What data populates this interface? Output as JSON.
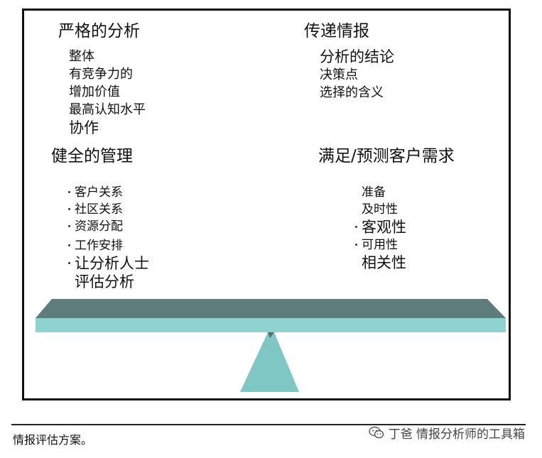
{
  "quadrants": {
    "top_left": {
      "title": "严格的分析",
      "items": [
        "整体",
        "有竞争力的",
        "增加价值",
        "最高认知水平",
        "协作"
      ]
    },
    "top_right": {
      "title": "传递情报",
      "items": [
        "分析的结论",
        "决策点",
        "选择的含义"
      ]
    },
    "bottom_left": {
      "title": "健全的管理",
      "items": [
        "客户关系",
        "社区关系",
        "资源分配",
        "工作安排",
        "让分析人士",
        "评估分析"
      ]
    },
    "bottom_right": {
      "title": "满足/预测客户需求",
      "items": [
        "准备",
        "及时性",
        "客观性",
        "可用性",
        "相关性"
      ]
    }
  },
  "scale": {
    "beam_top_color": "#5e7c7a",
    "beam_front_color": "#8fd3d1",
    "fulcrum_color": "#7fc7c5",
    "fulcrum_shade_color": "#4f6f6d"
  },
  "caption": "情报评估方案。",
  "watermark": {
    "icon": "wechat-icon",
    "text": "丁爸 情报分析师的工具箱"
  }
}
